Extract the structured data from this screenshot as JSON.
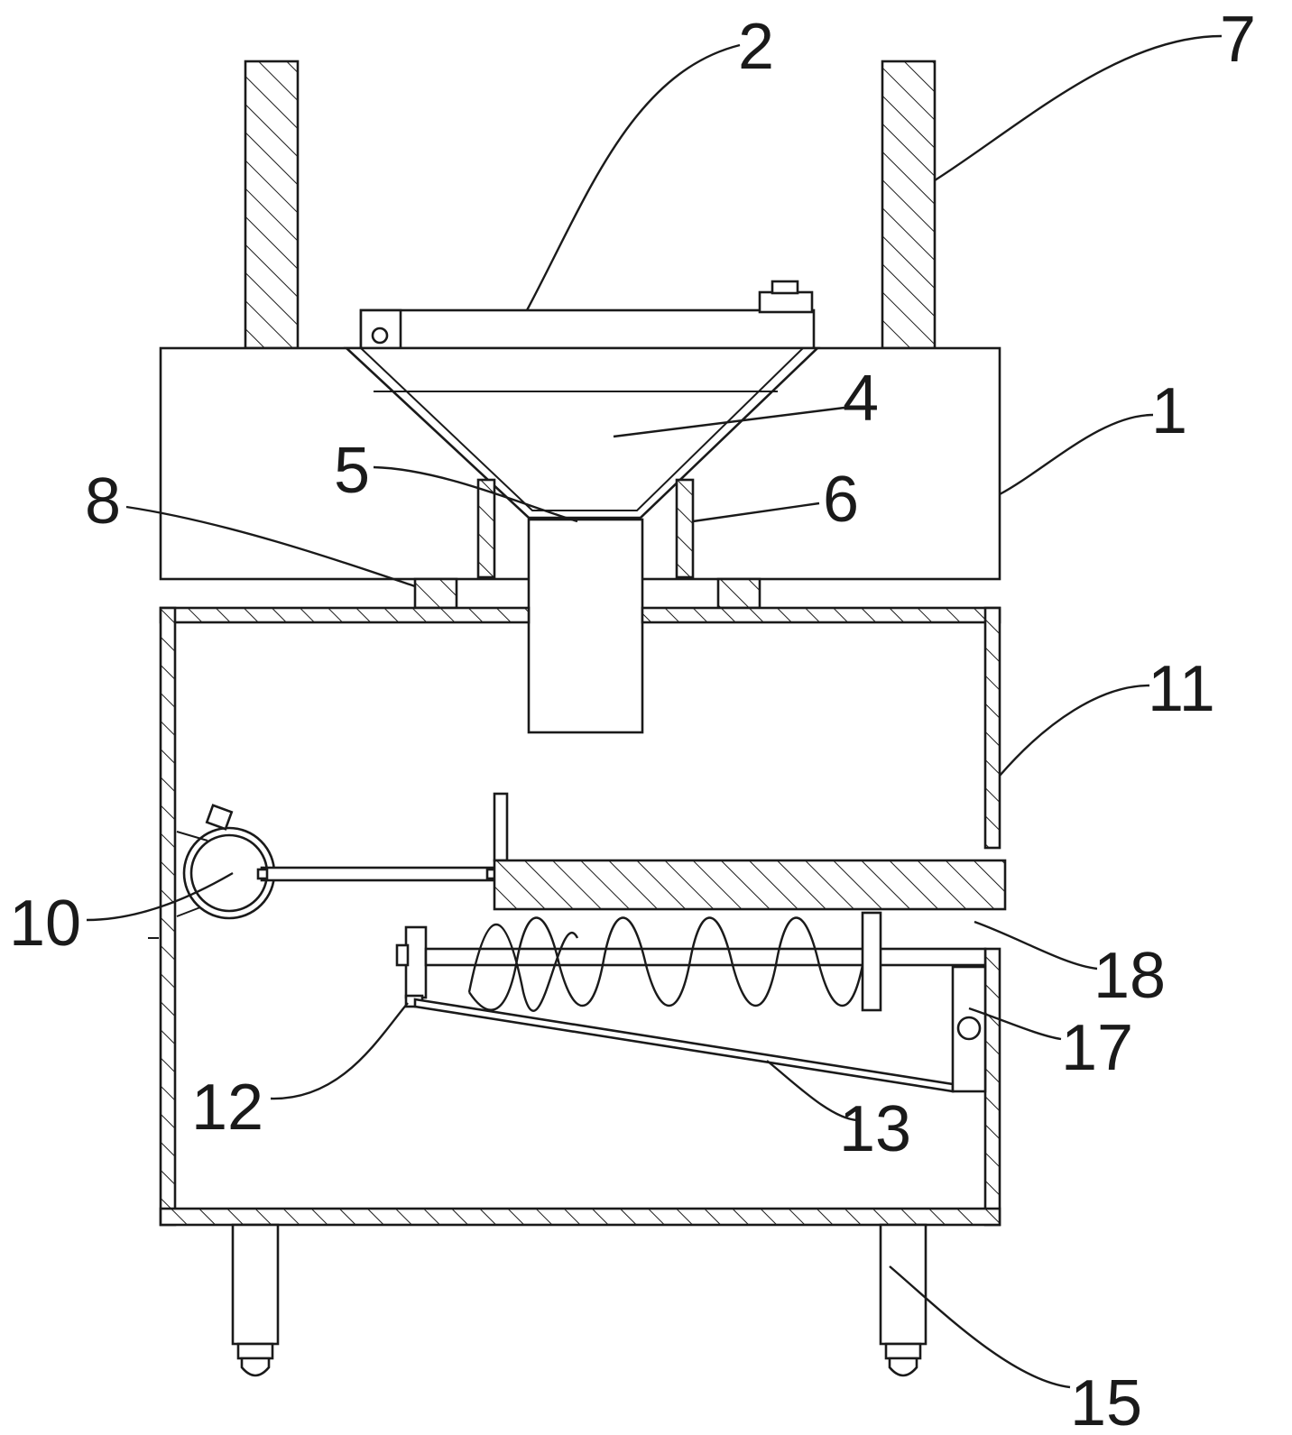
{
  "labels": [
    {
      "id": "1",
      "text": "1"
    },
    {
      "id": "2",
      "text": "2"
    },
    {
      "id": "4",
      "text": "4"
    },
    {
      "id": "5",
      "text": "5"
    },
    {
      "id": "6",
      "text": "6"
    },
    {
      "id": "7",
      "text": "7"
    },
    {
      "id": "8",
      "text": "8"
    },
    {
      "id": "10",
      "text": "10"
    },
    {
      "id": "11",
      "text": "11"
    },
    {
      "id": "12",
      "text": "12"
    },
    {
      "id": "13",
      "text": "13"
    },
    {
      "id": "15",
      "text": "15"
    },
    {
      "id": "17",
      "text": "17"
    },
    {
      "id": "18",
      "text": "18"
    }
  ]
}
